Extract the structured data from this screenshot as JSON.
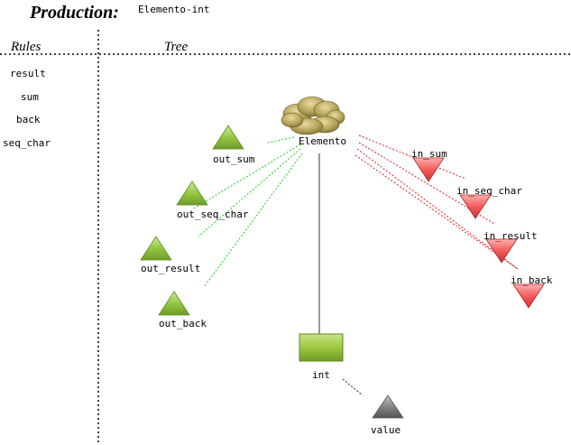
{
  "header": {
    "title": "Production:",
    "production_name": "Elemento-int"
  },
  "columns": {
    "rules": "Rules",
    "tree": "Tree"
  },
  "rules": [
    "result",
    "sum",
    "back",
    "seq_char"
  ],
  "tree": {
    "root": {
      "label": "Elemento",
      "icon": "cloud-icon"
    },
    "out_attributes": [
      "out_sum",
      "out_seq_char",
      "out_result",
      "out_back"
    ],
    "in_attributes": [
      "in_sum",
      "in_seq_char",
      "in_result",
      "in_back"
    ],
    "child": {
      "label": "int",
      "icon": "box-icon"
    },
    "leaf": {
      "label": "value",
      "icon": "triangle-icon"
    }
  },
  "colors": {
    "out_fill": "#8fc43c",
    "in_fill": "#f45a5a",
    "child_fill": "#9cc841",
    "leaf_fill": "#808080",
    "cloud_fill": "#b4a35a",
    "out_link": "#22cc22",
    "in_link": "#e02020"
  }
}
